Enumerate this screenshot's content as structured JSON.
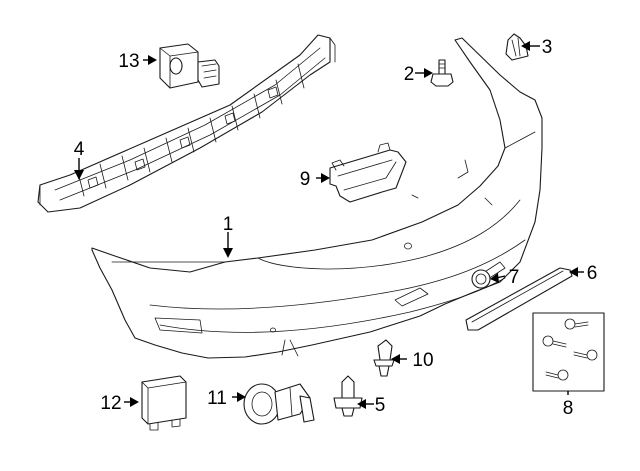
{
  "diagram": {
    "background_color": "#ffffff",
    "line_color": "#1a1a1a",
    "callouts": [
      {
        "id": "callout-1",
        "label": "1"
      },
      {
        "id": "callout-2",
        "label": "2"
      },
      {
        "id": "callout-3",
        "label": "3"
      },
      {
        "id": "callout-4",
        "label": "4"
      },
      {
        "id": "callout-5",
        "label": "5"
      },
      {
        "id": "callout-6",
        "label": "6"
      },
      {
        "id": "callout-7",
        "label": "7"
      },
      {
        "id": "callout-8",
        "label": "8"
      },
      {
        "id": "callout-9",
        "label": "9"
      },
      {
        "id": "callout-10",
        "label": "10"
      },
      {
        "id": "callout-11",
        "label": "11"
      },
      {
        "id": "callout-12",
        "label": "12"
      },
      {
        "id": "callout-13",
        "label": "13"
      }
    ]
  }
}
